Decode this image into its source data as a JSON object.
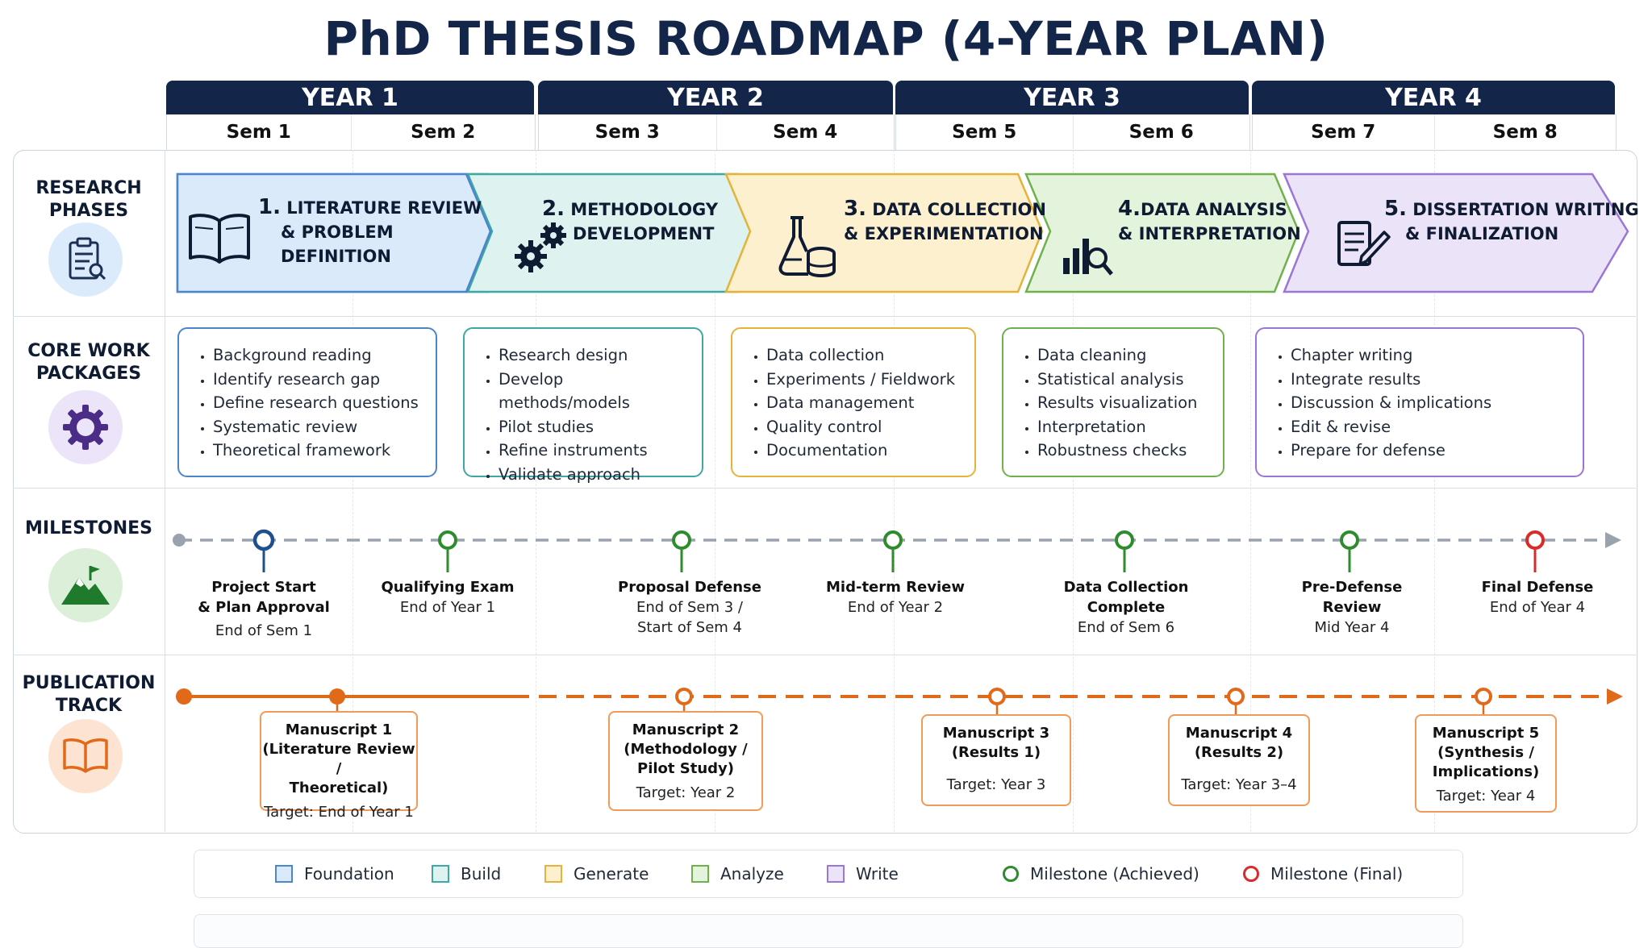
{
  "title": "PhD THESIS ROADMAP (4-YEAR PLAN)",
  "years": [
    "YEAR 1",
    "YEAR 2",
    "YEAR 3",
    "YEAR 4"
  ],
  "semesters": [
    "Sem 1",
    "Sem 2",
    "Sem 3",
    "Sem 4",
    "Sem 5",
    "Sem 6",
    "Sem 7",
    "Sem 8"
  ],
  "row_labels": {
    "research_phases": "RESEARCH PHASES",
    "core_work": "CORE WORK PACKAGES",
    "milestones": "MILESTONES",
    "publication": "PUBLICATION TRACK"
  },
  "phases": [
    {
      "num": "1.",
      "l1": "LITERATURE REVIEW",
      "l2": "& PROBLEM",
      "l3": "DEFINITION",
      "fill": "#dbeafb",
      "stroke": "#4a86c9",
      "icon": "open-book-icon"
    },
    {
      "num": "2.",
      "l1": "METHODOLOGY",
      "l2": "DEVELOPMENT",
      "l3": "",
      "fill": "#def2ef",
      "stroke": "#3fa7a4",
      "icon": "gears-icon"
    },
    {
      "num": "3.",
      "l1": "DATA COLLECTION",
      "l2": "& EXPERIMENTATION",
      "l3": "",
      "fill": "#fdf0cf",
      "stroke": "#e5b23a",
      "icon": "flask-database-icon"
    },
    {
      "num": "4.",
      "l1": "DATA ANALYSIS",
      "l2": "& INTERPRETATION",
      "l3": "",
      "fill": "#e4f3dc",
      "stroke": "#6fb14c",
      "icon": "chart-magnifier-icon"
    },
    {
      "num": "5.",
      "l1": "DISSERTATION WRITING",
      "l2": "& FINALIZATION",
      "l3": "",
      "fill": "#ebe3f8",
      "stroke": "#9a76d6",
      "icon": "document-pen-icon"
    }
  ],
  "work_packages": [
    {
      "items": [
        "Background reading",
        "Identify research gap",
        "Define research questions",
        "Systematic review",
        "Theoretical framework"
      ],
      "color": "#4a86c9"
    },
    {
      "items": [
        "Research design",
        "Develop methods/models",
        "Pilot studies",
        "Refine instruments",
        "Validate approach"
      ],
      "color": "#3fa7a4"
    },
    {
      "items": [
        "Data collection",
        "Experiments / Fieldwork",
        "Data management",
        "Quality control",
        "Documentation"
      ],
      "color": "#e5b23a"
    },
    {
      "items": [
        "Data cleaning",
        "Statistical analysis",
        "Results visualization",
        "Interpretation",
        "Robustness checks"
      ],
      "color": "#6fb14c"
    },
    {
      "items": [
        "Chapter writing",
        "Integrate results",
        "Discussion & implications",
        "Edit & revise",
        "Prepare for defense"
      ],
      "color": "#9a76d6"
    }
  ],
  "milestones": [
    {
      "title": "Project Start\n& Plan Approval",
      "when": "End of Sem 1",
      "color": "#1f4f8f"
    },
    {
      "title": "Qualifying Exam",
      "when": "End of Year 1",
      "color": "#2e8b2e"
    },
    {
      "title": "Proposal Defense",
      "when": "End of Sem 3 /\nStart of Sem 4",
      "color": "#2e8b2e"
    },
    {
      "title": "Mid-term Review",
      "when": "End of Year 2",
      "color": "#2e8b2e"
    },
    {
      "title": "Data Collection\nComplete",
      "when": "End of Sem 6",
      "color": "#2e8b2e"
    },
    {
      "title": "Pre-Defense\nReview",
      "when": "Mid Year 4",
      "color": "#2e8b2e"
    },
    {
      "title": "Final Defense",
      "when": "End of Year 4",
      "color": "#d92b2b"
    }
  ],
  "manuscripts": [
    {
      "title": "Manuscript 1",
      "sub": "(Literature Review /\nTheoretical)",
      "target": "Target: End of Year 1"
    },
    {
      "title": "Manuscript 2",
      "sub": "(Methodology /\nPilot Study)",
      "target": "Target: Year 2"
    },
    {
      "title": "Manuscript 3",
      "sub": "(Results 1)",
      "target": "Target: Year 3"
    },
    {
      "title": "Manuscript 4",
      "sub": "(Results 2)",
      "target": "Target: Year 3–4"
    },
    {
      "title": "Manuscript 5",
      "sub": "(Synthesis /\nImplications)",
      "target": "Target: Year 4"
    }
  ],
  "legend": [
    {
      "label": "Foundation",
      "kind": "swatch",
      "fill": "#dbeafb",
      "stroke": "#4a86c9"
    },
    {
      "label": "Build",
      "kind": "swatch",
      "fill": "#def2ef",
      "stroke": "#3fa7a4"
    },
    {
      "label": "Generate",
      "kind": "swatch",
      "fill": "#fdf0cf",
      "stroke": "#e5b23a"
    },
    {
      "label": "Analyze",
      "kind": "swatch",
      "fill": "#e4f3dc",
      "stroke": "#6fb14c"
    },
    {
      "label": "Write",
      "kind": "swatch",
      "fill": "#ebe3f8",
      "stroke": "#9a76d6"
    },
    {
      "label": "Milestone (Achieved)",
      "kind": "ring",
      "stroke": "#2e8b2e"
    },
    {
      "label": "Milestone (Final)",
      "kind": "ring",
      "stroke": "#d92b2b"
    }
  ],
  "colors": {
    "navy": "#13264a",
    "pub_orange": "#e0691a",
    "grey_line": "#9aa3ad"
  }
}
